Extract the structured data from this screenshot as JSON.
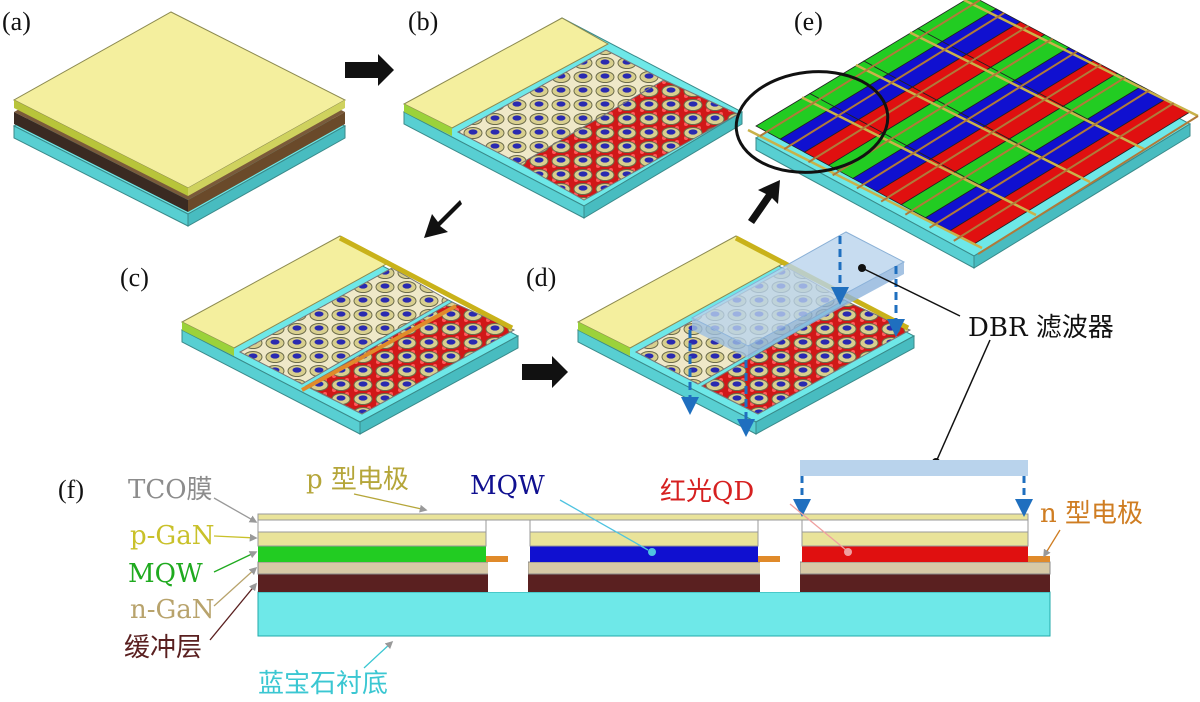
{
  "panel_labels": {
    "a": "(a)",
    "b": "(b)",
    "c": "(c)",
    "d": "(d)",
    "e": "(e)",
    "f": "(f)"
  },
  "callouts": {
    "dbr": "DBR 滤波器"
  },
  "cross_section_labels": {
    "tco": "TCO膜",
    "p_electrode": "p 型电极",
    "p_gan": "p-GaN",
    "mqw_left": "MQW",
    "n_gan": "n-GaN",
    "buffer": "缓冲层",
    "sapphire": "蓝宝石衬底",
    "mqw_center": "MQW",
    "red_qd": "红光QD",
    "n_electrode": "n 型电极"
  },
  "colors": {
    "tco_yellow": "#f3ef9a",
    "p_gan_yellow": "#e9e39a",
    "mqw_green": "#22cc22",
    "n_gan_tan": "#d7c9a6",
    "buffer_brown": "#5a2020",
    "sapphire_cyan": "#6ee8e8",
    "blue_mqw": "#1010d0",
    "red_qd": "#e01010",
    "electrode_orange": "#e08a2a",
    "dbr_blue": "#b9d3ec",
    "arrow_blue": "#1f6fbf"
  },
  "label_colors": {
    "tco": "#8c8c8c",
    "p_electrode": "#b5a63a",
    "p_gan": "#c9c12a",
    "mqw_left": "#1faa1f",
    "n_gan": "#b8a36c",
    "buffer": "#5a2020",
    "sapphire": "#3bc7d2",
    "mqw_center": "#101090",
    "red_qd": "#d62020",
    "n_electrode": "#cf7d22"
  }
}
